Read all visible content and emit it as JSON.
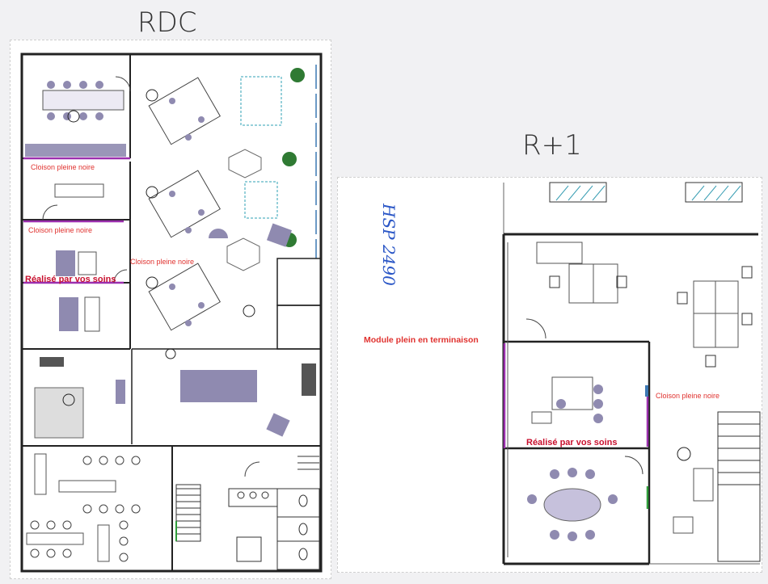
{
  "titles": {
    "left": "RDC",
    "right": "R+1"
  },
  "rdc_labels": {
    "cloison_1": "Cloison pleine noire",
    "cloison_2": "Cloison pleine noire",
    "cloison_3": "Cloison pleine noire",
    "realise": "Réalisé par vos soins"
  },
  "r1_labels": {
    "module": "Module plein en terminaison",
    "cloison": "Cloison pleine noire",
    "realise": "Réalisé par vos soins"
  },
  "colors": {
    "wall": "#222222",
    "magenta": "#9b2fae",
    "blue_hand": "#2a56c6",
    "red_label": "#e0322f",
    "furniture": "#8f8ab0",
    "green": "#2f9e3a"
  }
}
